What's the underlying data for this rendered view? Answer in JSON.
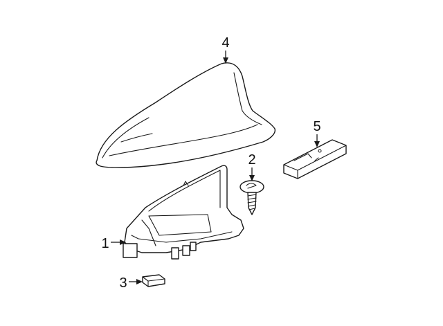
{
  "diagram": {
    "parts": [
      {
        "callout": "1",
        "icon": "antenna-base-icon"
      },
      {
        "callout": "2",
        "icon": "screw-icon"
      },
      {
        "callout": "3",
        "icon": "pad-icon"
      },
      {
        "callout": "4",
        "icon": "antenna-cover-icon"
      },
      {
        "callout": "5",
        "icon": "antenna-module-icon"
      }
    ]
  }
}
